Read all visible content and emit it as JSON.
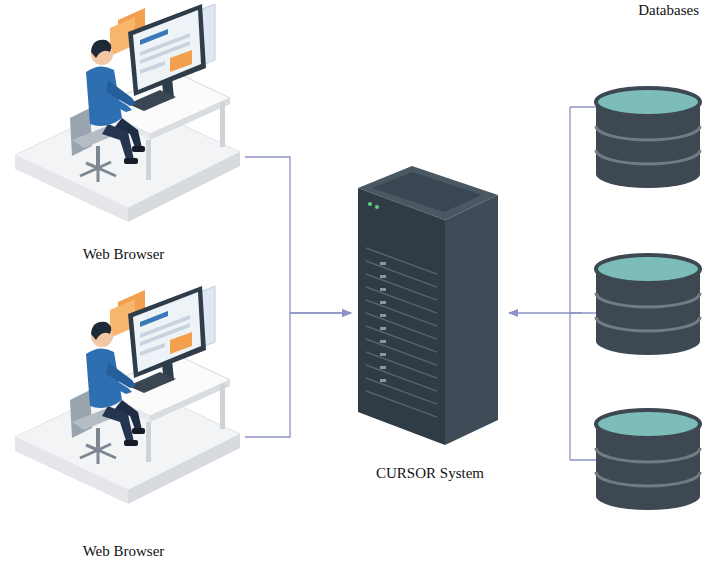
{
  "diagram": {
    "nodes": [
      {
        "text": [
          "Web Browser"
        ]
      },
      {
        "text": [
          "Web Browser"
        ]
      },
      {
        "text": [
          "CURSOR System"
        ]
      },
      {
        "text": [
          "Databases"
        ]
      }
    ],
    "edges": [
      {
        "from": 0,
        "to": 2,
        "arrow": "to"
      },
      {
        "from": 1,
        "to": 2,
        "arrow": "to"
      },
      {
        "from": 3,
        "to": 2,
        "arrow": "to"
      }
    ]
  }
}
